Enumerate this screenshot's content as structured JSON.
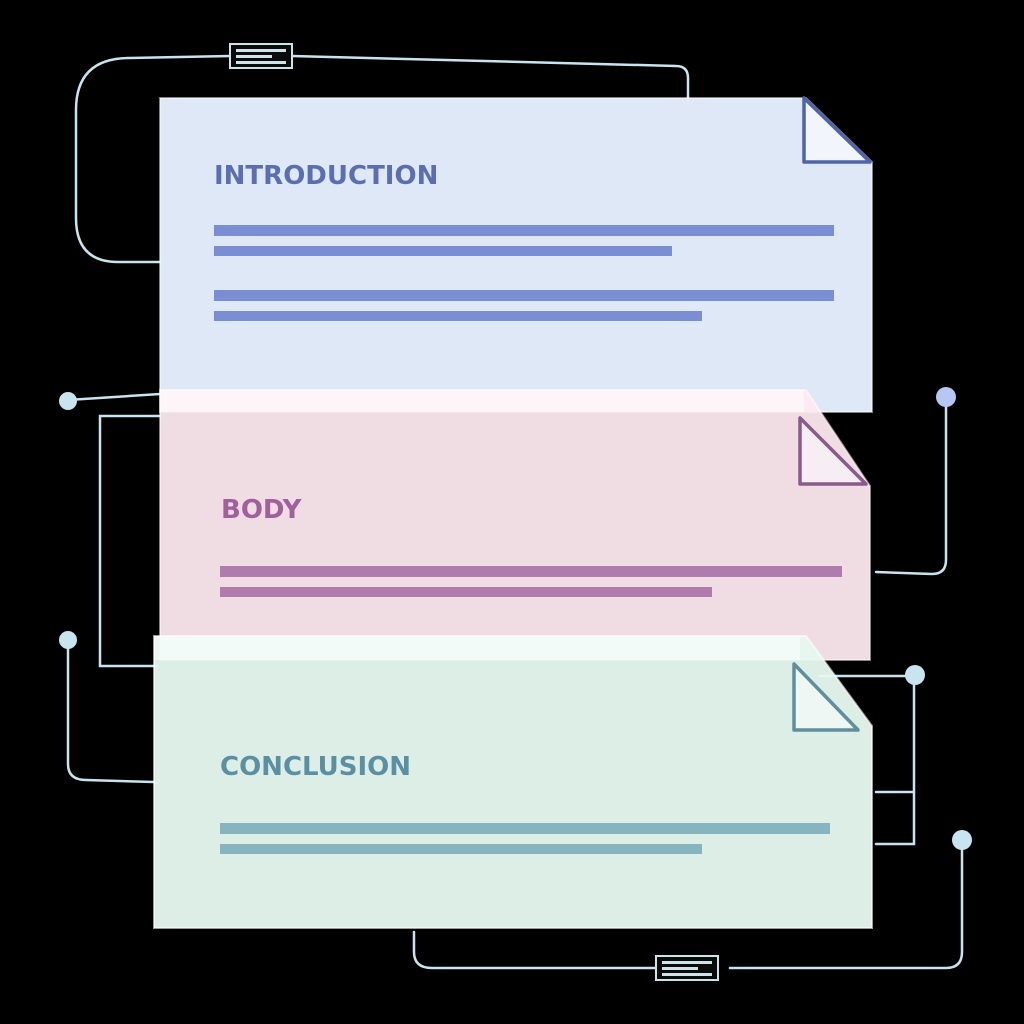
{
  "sections": {
    "introduction": {
      "title": "INTRODUCTION",
      "text_color": "#5b6fb0",
      "fill_color": "#e6efff",
      "bar_color": "#7b8ed4",
      "accent_color": "#4e64a8"
    },
    "body": {
      "title": "BODY",
      "text_color": "#a0609c",
      "fill_color": "#fde9f0",
      "bar_color": "#b07cae",
      "accent_color": "#8a5a8a"
    },
    "conclusion": {
      "title": "CONCLUSION",
      "text_color": "#5b8fa2",
      "fill_color": "#e6f8f0",
      "bar_color": "#86b5c0",
      "accent_color": "#5f8f9c"
    }
  },
  "connector_color": "#c8e4ee",
  "icons": [
    "connector-port-icon",
    "folded-corner-icon"
  ]
}
